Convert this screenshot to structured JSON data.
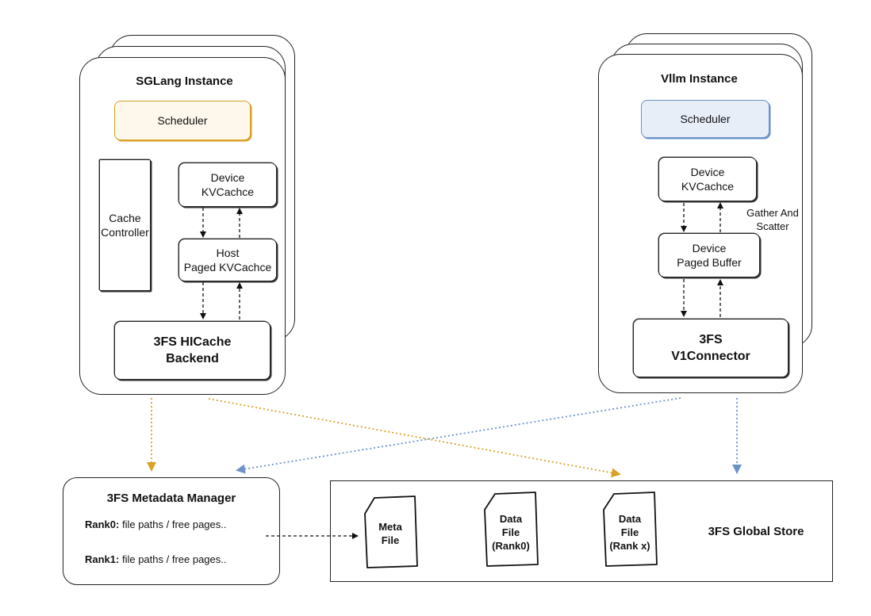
{
  "sglang": {
    "title": "SGLang Instance",
    "scheduler": "Scheduler",
    "cache_controller": "Cache\nController",
    "device_kvcache": "Device\nKVCachce",
    "host_paged_kvcache": "Host\nPaged KVCachce",
    "backend": "3FS HICache\nBackend"
  },
  "vllm": {
    "title": "Vllm Instance",
    "scheduler": "Scheduler",
    "device_kvcache": "Device\nKVCachce",
    "gather_scatter": "Gather And\nScatter",
    "device_paged_buffer": "Device\nPaged Buffer",
    "connector": "3FS\nV1Connector"
  },
  "metadata_manager": {
    "title": "3FS Metadata Manager",
    "rows": [
      {
        "rank": "Rank0:",
        "text": " file paths / free pages.."
      },
      {
        "rank": "Rank1:",
        "text": " file paths / free pages.."
      }
    ]
  },
  "global_store": {
    "title": "3FS Global Store",
    "files": [
      "Meta\nFile",
      "Data\nFile\n(Rank0)",
      "Data\nFile\n(Rank x)"
    ]
  },
  "colors": {
    "sglang_accent": "#d9a227",
    "vllm_accent": "#6b93c8",
    "vllm_scheduler_fill": "#e8eef8"
  }
}
